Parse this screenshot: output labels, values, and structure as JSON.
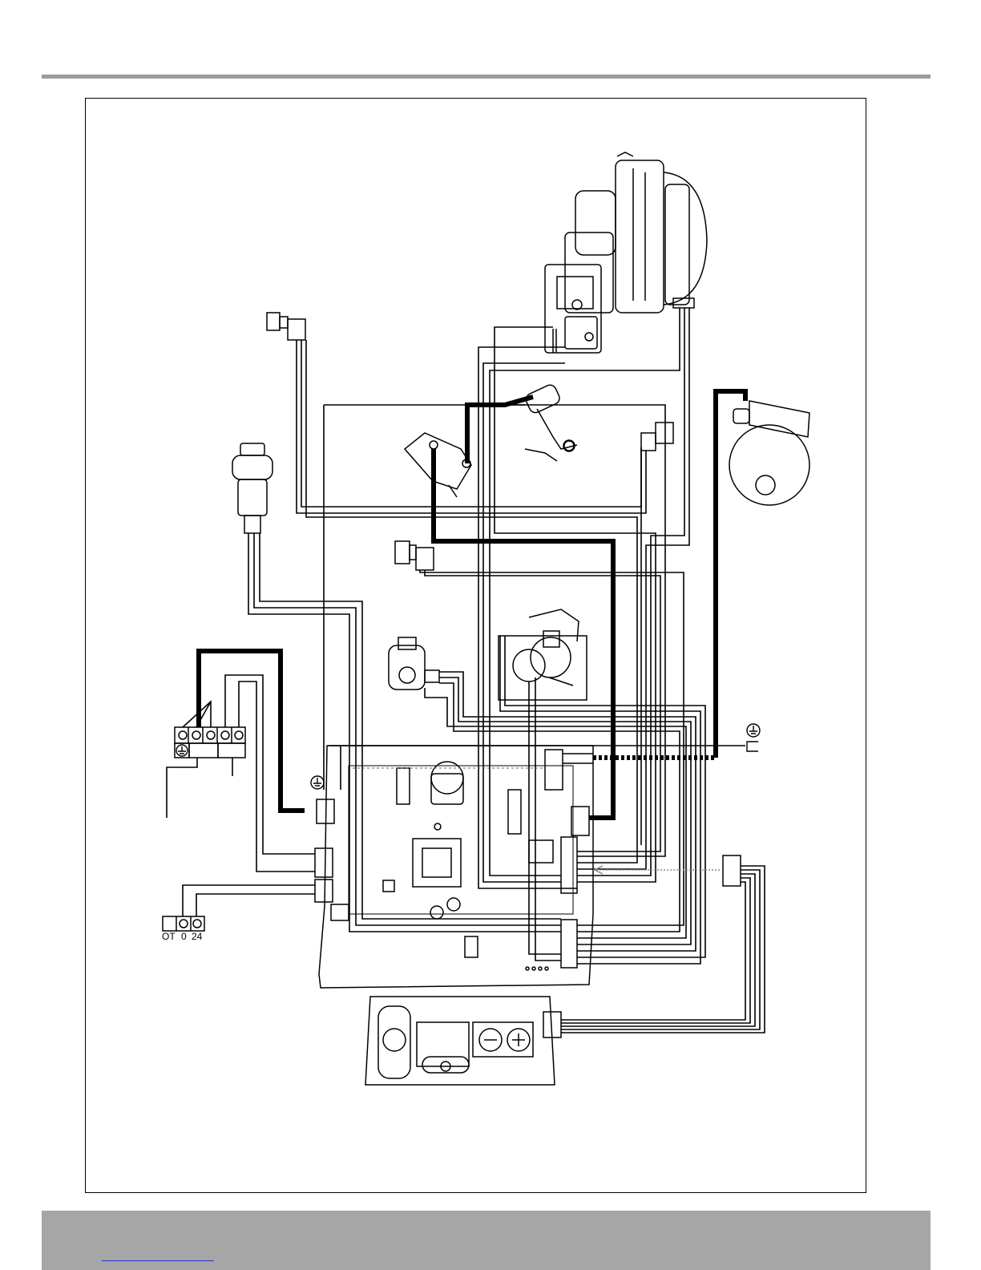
{
  "terminal_labels": {
    "ot": "OT",
    "zero": "0",
    "twentyfour": "24"
  },
  "colors": {
    "rule": "#9b9b9b",
    "footer": "#a6a6a6",
    "link": "#1a35d6",
    "wire": "#000000"
  },
  "icons": [
    "earth-symbol-icon",
    "plug-symbol-icon",
    "arrow-left-icon"
  ]
}
